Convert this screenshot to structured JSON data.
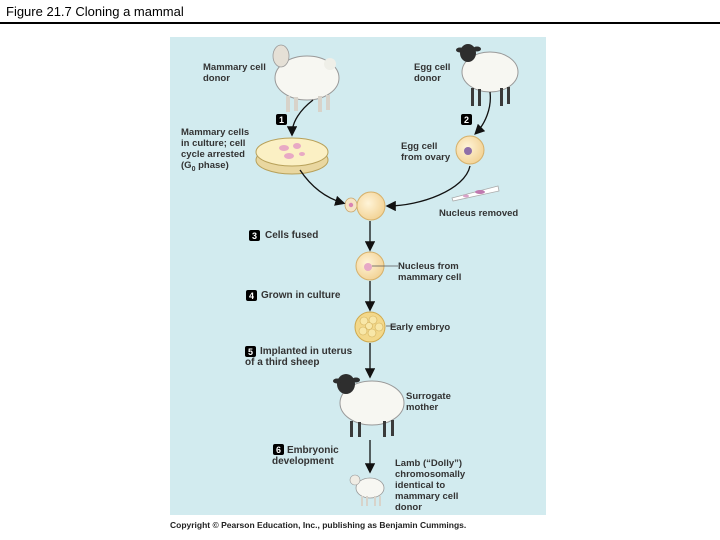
{
  "page_title": "Figure 21.7  Cloning a mammal",
  "labels": {
    "mammary_donor": "Mammary cell\ndonor",
    "egg_donor": "Egg cell\ndonor",
    "mammary_culture_a": "Mammary cells\nin culture; cell\ncycle arrested\n(G",
    "mammary_culture_sub": "0",
    "mammary_culture_b": " phase)",
    "egg_from_ovary": "Egg cell\nfrom ovary",
    "nucleus_removed": "Nucleus removed",
    "nucleus_from_mammary": "Nucleus from\nmammary cell",
    "early_embryo": "Early embryo",
    "surrogate_mother": "Surrogate\nmother",
    "lamb_dolly": "Lamb (“Dolly”)\nchromosomally\nidentical to\nmammary cell\ndonor"
  },
  "steps": [
    {
      "number": "1",
      "text": ""
    },
    {
      "number": "2",
      "text": ""
    },
    {
      "number": "3",
      "text": "Cells fused"
    },
    {
      "number": "4",
      "text": "Grown in culture"
    },
    {
      "number": "5",
      "text": "Implanted in uterus\nof a third sheep"
    },
    {
      "number": "6",
      "text": "Embryonic\ndevelopment"
    }
  ],
  "copyright": "Copyright © Pearson Education, Inc., publishing as Benjamin Cummings.",
  "colors": {
    "panel_bg": "#d2ebef",
    "cell_fill": "#fbe5b8",
    "nucleus_pink": "#e7a9c6",
    "nucleus_purple": "#8f6fa8",
    "step_badge": "#000000"
  }
}
